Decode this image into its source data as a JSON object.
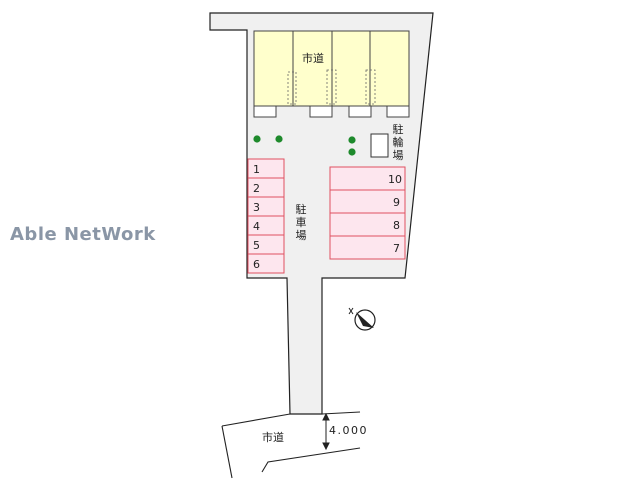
{
  "watermark": "Able NetWork",
  "labels": {
    "building_side_road": "市道",
    "bottom_road": "市道",
    "road_width": "4.000",
    "bicycle_parking": [
      "駐",
      "輪",
      "場"
    ],
    "car_parking": [
      "駐",
      "車",
      "場"
    ]
  },
  "parking": {
    "left_column": [
      "1",
      "2",
      "3",
      "4",
      "5",
      "6"
    ],
    "right_column": [
      "10",
      "9",
      "8",
      "7"
    ]
  },
  "colors": {
    "lot_fill": "#f0f0f0",
    "building_fill": "#ffffcc",
    "space_fill": "#fde6ee",
    "space_stroke": "#e05060",
    "tree": "#1e8a2c",
    "watermark": "#8a96a6"
  },
  "icons": {
    "north_arrow": "north-arrow-icon",
    "trees": "tree-icon"
  }
}
